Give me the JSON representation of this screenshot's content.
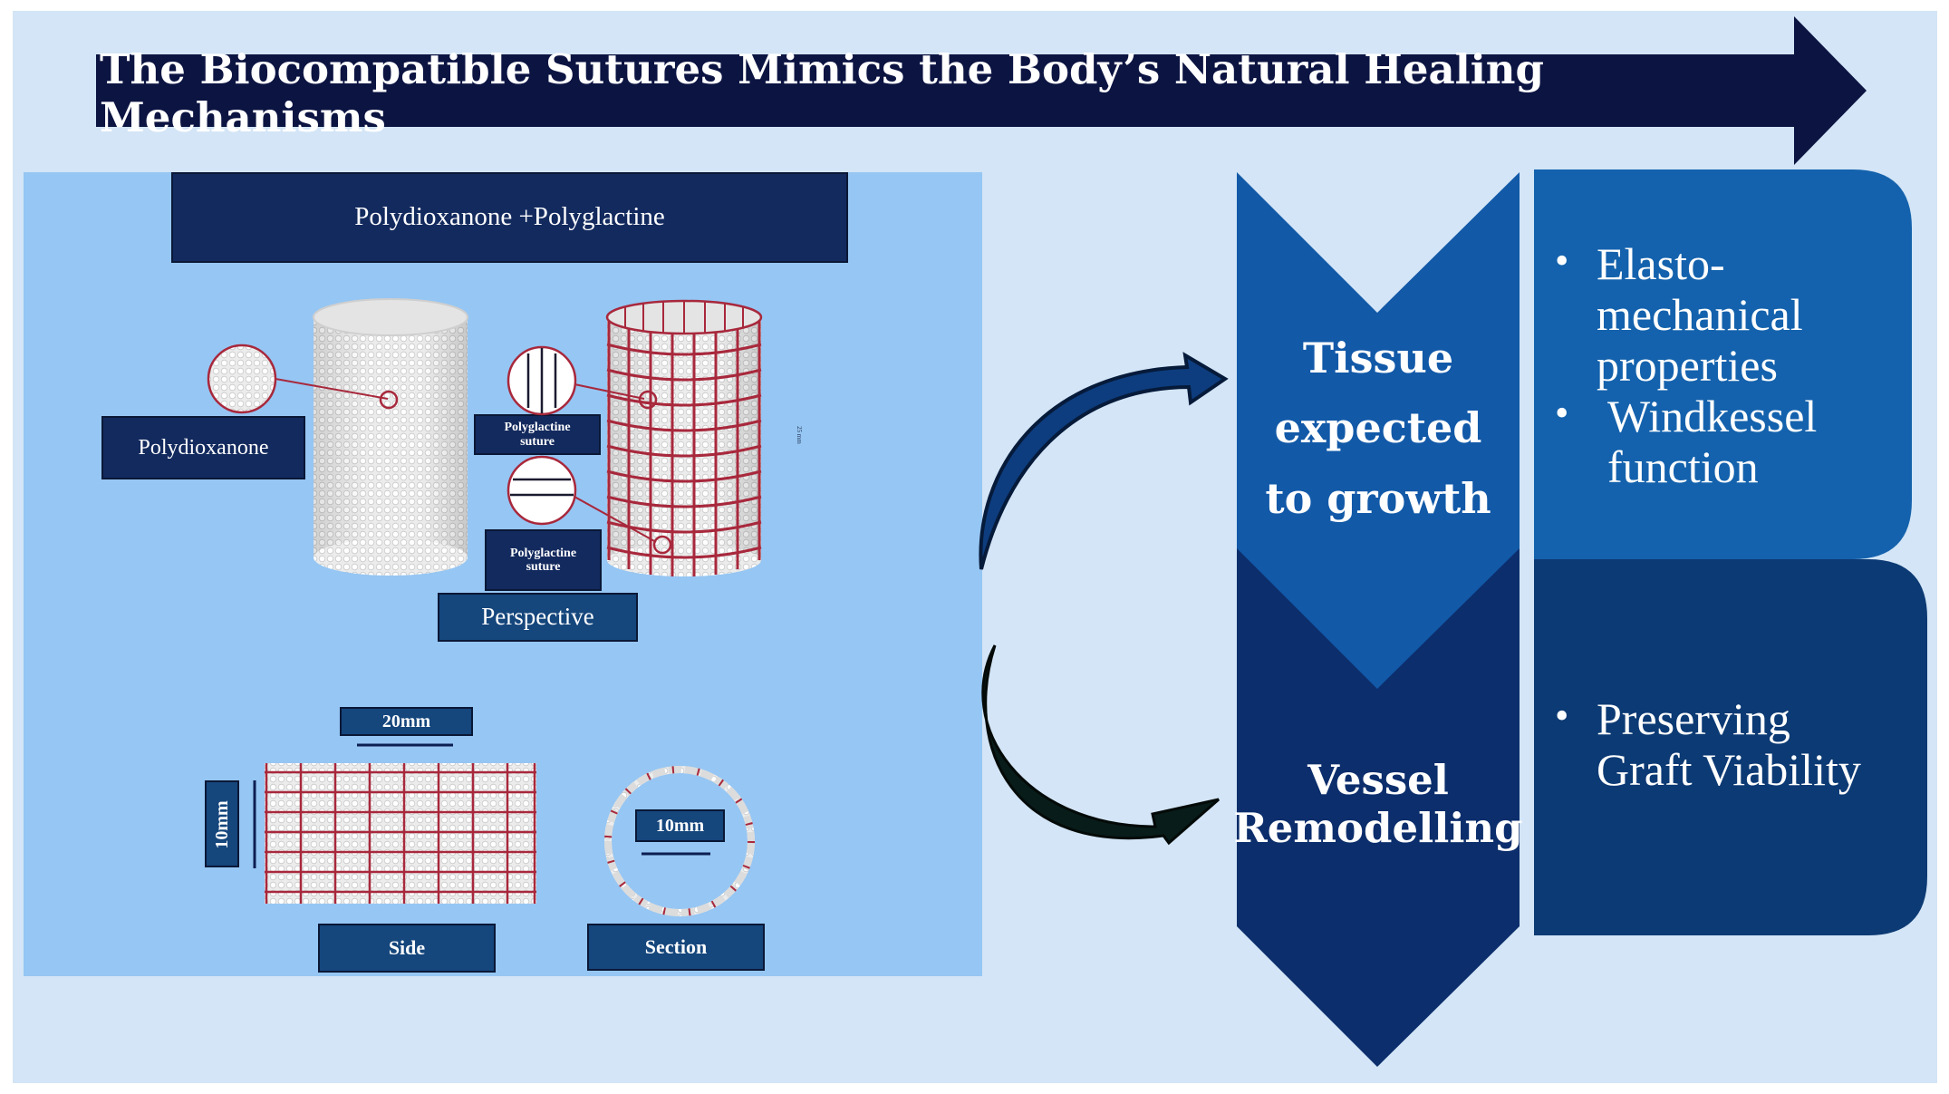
{
  "title": "The Biocompatible Sutures Mimics the Body’s Natural Healing Mechanisms",
  "panel": {
    "composite_label": "Polydioxanone +Polyglactine",
    "polydioxanone_label": "Polydioxanone",
    "polyglactine_label_1": "Polyglactine suture",
    "polyglactine_label_2": "Polyglactine suture",
    "perspective_label": "Perspective",
    "length_label": "25 mm",
    "width_label": "20mm",
    "height_label": "10mm",
    "section_diameter_label": "10mm",
    "side_label": "Side",
    "section_label": "Section"
  },
  "stages": [
    {
      "lines": [
        "Tissue",
        "expected",
        "to growth"
      ],
      "bullets": [
        "Elasto-mechanical properties",
        "Windkessel function"
      ]
    },
    {
      "lines": [
        "Vessel",
        "Remodelling"
      ],
      "bullets": [
        "Preserving Graft Viability"
      ]
    }
  ],
  "colors": {
    "background": "#d3e5f6",
    "title_arrow": "#0c1442",
    "panel": "#96c6f3",
    "label_box": "#132a5e",
    "section_box": "#15467c",
    "mesh_line": "#a8283c",
    "stage1": "#1259a8",
    "stage2": "#0c2e6c",
    "box1": "#1462ad",
    "box2": "#0c3a74",
    "curve_blue": "#0d3d7e",
    "curve_dark": "#081c1a"
  },
  "icons": [
    "curved-arrow-blue-icon",
    "curved-arrow-dark-icon"
  ]
}
